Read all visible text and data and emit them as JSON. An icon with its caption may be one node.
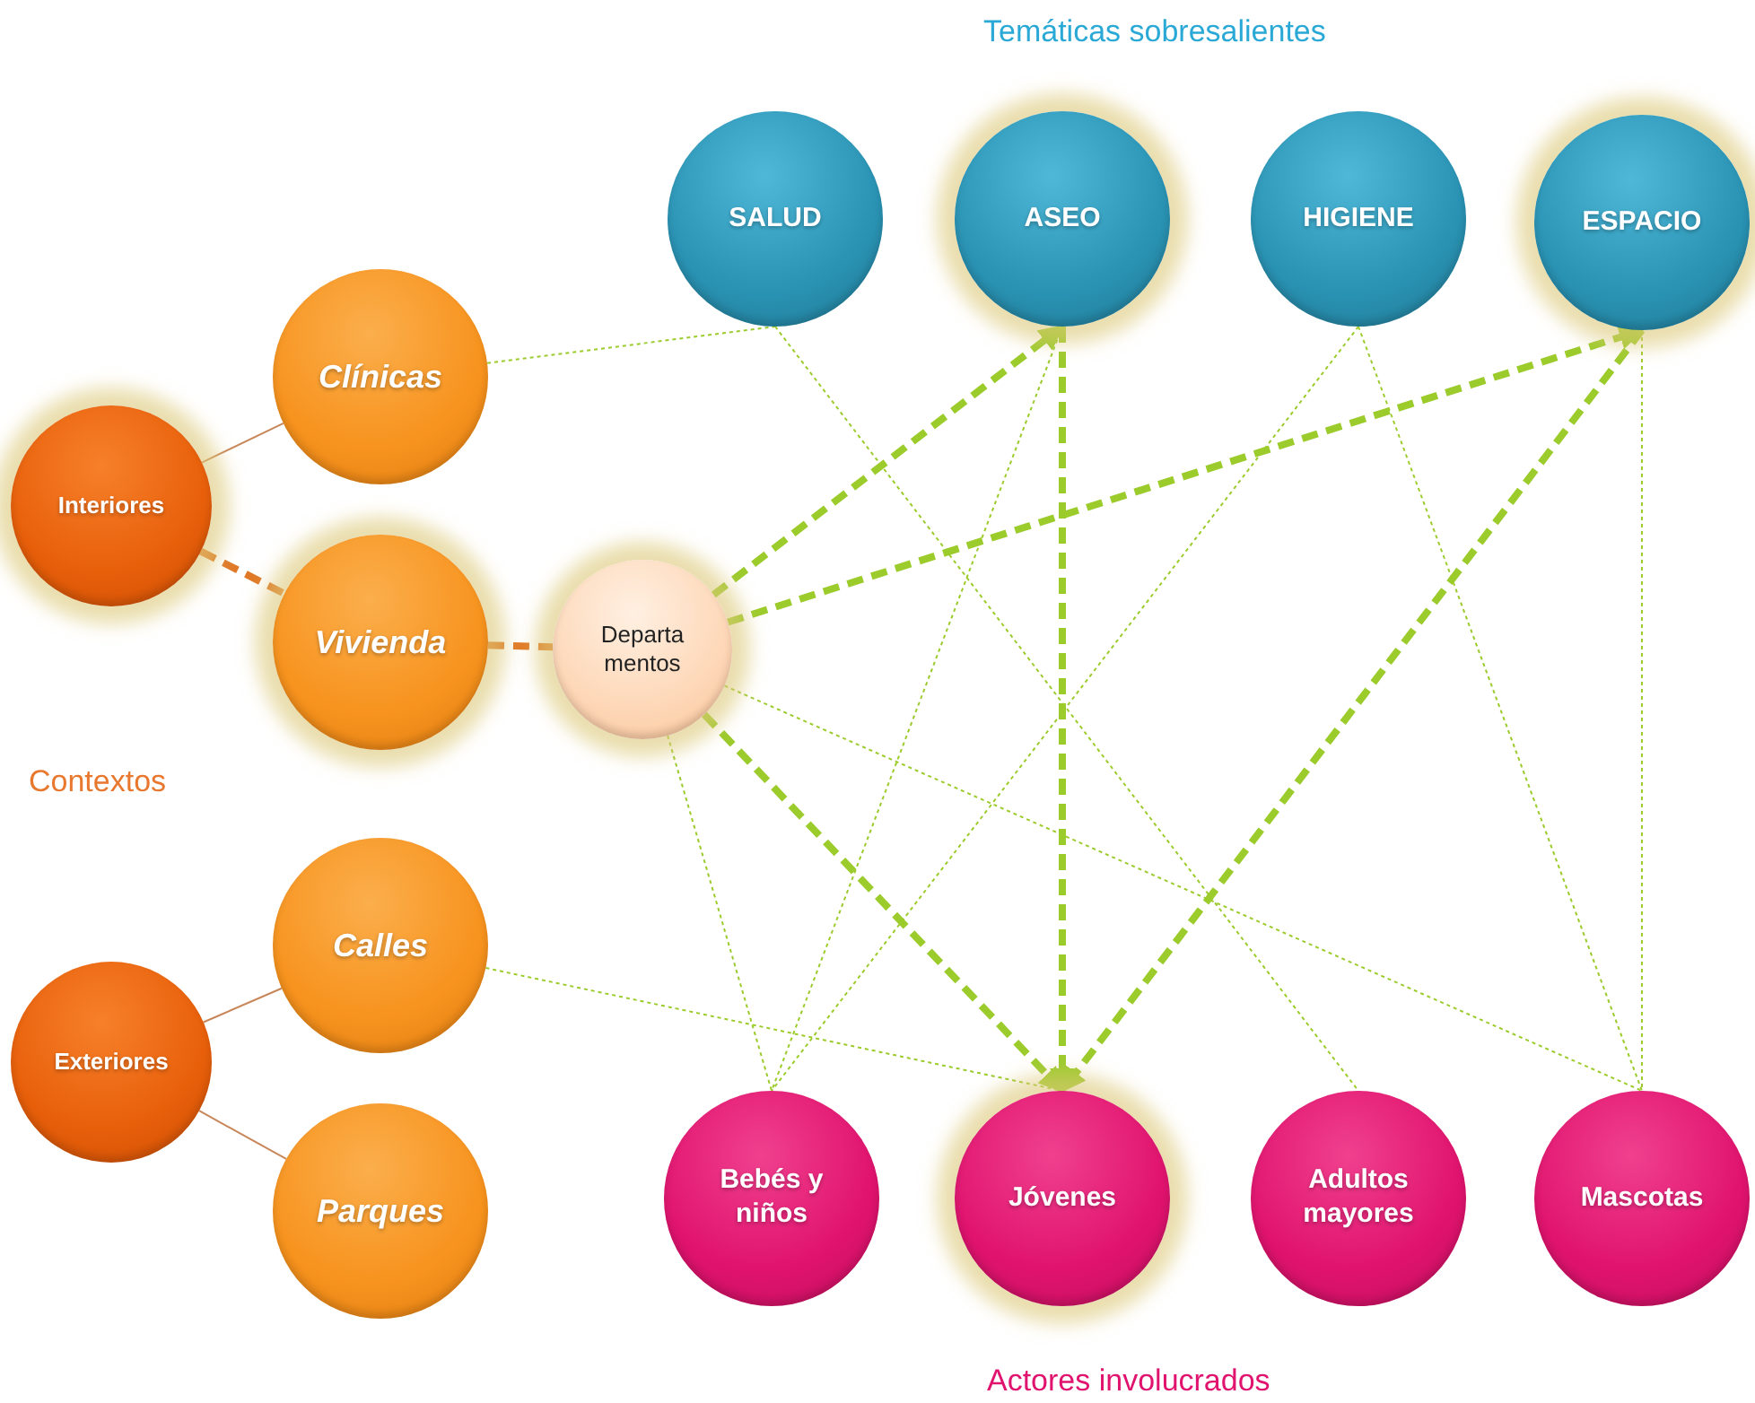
{
  "diagram": {
    "nodes": [
      {
        "text": [
          "SALUD"
        ]
      },
      {
        "text": [
          "ASEO"
        ]
      },
      {
        "text": [
          "HIGIENE"
        ]
      },
      {
        "text": [
          "ESPACIO"
        ]
      },
      {
        "text": [
          "Interiores"
        ]
      },
      {
        "text": [
          "Clínicas"
        ]
      },
      {
        "text": [
          "Vivienda"
        ]
      },
      {
        "text": [
          "Departa mentos"
        ]
      },
      {
        "text": [
          "Exteriores"
        ]
      },
      {
        "text": [
          "Calles"
        ]
      },
      {
        "text": [
          "Parques"
        ]
      },
      {
        "text": [
          "Bebés y niños"
        ]
      },
      {
        "text": [
          "Jóvenes"
        ]
      },
      {
        "text": [
          "Adultos mayores"
        ]
      },
      {
        "text": [
          "Mascotas"
        ]
      }
    ],
    "edges": [
      {
        "from": 4,
        "to": 5,
        "arrow": "none",
        "color": "#c8875a"
      },
      {
        "from": 4,
        "to": 6,
        "arrow": "none",
        "style": "dashed",
        "color": "#e07a28"
      },
      {
        "from": 6,
        "to": 7,
        "arrow": "none",
        "style": "dashed",
        "color": "#e07a28"
      },
      {
        "from": 8,
        "to": 9,
        "arrow": "none",
        "color": "#c8875a"
      },
      {
        "from": 8,
        "to": 10,
        "arrow": "none",
        "color": "#c8875a"
      },
      {
        "from": 5,
        "to": 0,
        "arrow": "none",
        "style": "dashed"
      },
      {
        "from": 0,
        "to": 13,
        "arrow": "none",
        "style": "dashed"
      },
      {
        "from": 1,
        "to": 11,
        "arrow": "none",
        "style": "dashed"
      },
      {
        "from": 2,
        "to": 11,
        "arrow": "none",
        "style": "dashed"
      },
      {
        "from": 2,
        "to": 14,
        "arrow": "none",
        "style": "dashed"
      },
      {
        "from": 3,
        "to": 14,
        "arrow": "none",
        "style": "dashed"
      },
      {
        "from": 7,
        "to": 11,
        "arrow": "none",
        "style": "dashed"
      },
      {
        "from": 7,
        "to": 14,
        "arrow": "none",
        "style": "dashed"
      },
      {
        "from": 9,
        "to": 12,
        "arrow": "none",
        "style": "dashed"
      },
      {
        "from": 7,
        "to": 1,
        "arrow": "to",
        "style": "dashed"
      },
      {
        "from": 7,
        "to": 3,
        "arrow": "to",
        "style": "dashed"
      },
      {
        "from": 7,
        "to": 12,
        "arrow": "to",
        "style": "dashed"
      },
      {
        "from": 1,
        "to": 12,
        "arrow": "to",
        "style": "dashed"
      },
      {
        "from": 3,
        "to": 12,
        "arrow": "to",
        "style": "dashed"
      }
    ],
    "labels": [
      "Temáticas sobresalientes",
      "Contextos",
      "Actores involucrados"
    ]
  }
}
